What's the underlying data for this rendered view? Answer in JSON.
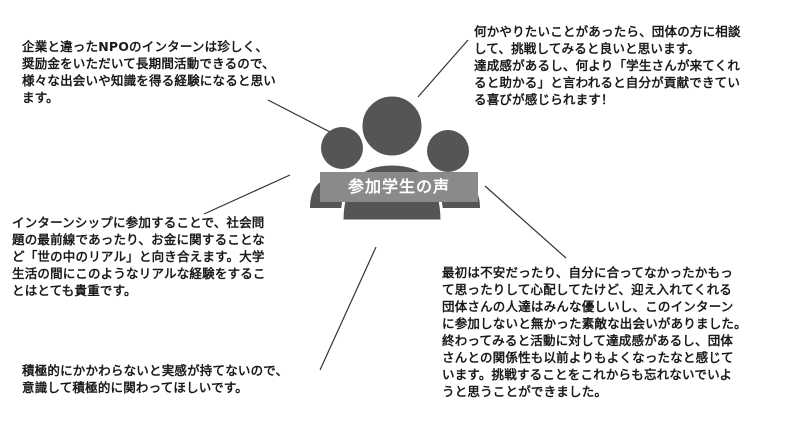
{
  "hub": {
    "label": "参加学生の声",
    "icon": "group-people-icon",
    "icon_color": "#555555",
    "label_bg": "#8a8a8a"
  },
  "quotes": {
    "top_left": "企業と違ったNPOのインターンは珍しく、\n奨励金をいただいて長期間活動できるので、\n様々な出会いや知識を得る経験になると思い\nます。",
    "top_right": "何かやりたいことがあったら、団体の方に相談\nして、挑戦してみると良いと思います。\n達成感があるし、何より「学生さんが来てくれ\nると助かる」と言われると自分が貢献できてい\nる喜びが感じられます！",
    "mid_left": "インターンシップに参加することで、社会問\n題の最前線であったり、お金に関することな\nど「世の中のリアル」と向き合えます。大学\n生活の間にこのようなリアルな経験をするこ\nとはとても貴重です。",
    "bottom_left": "積極的にかかわらないと実感が持てないので、\n意識して積極的に関わってほしいです。",
    "bottom_right": "最初は不安だったり、自分に合ってなかったかもっ\nて思ったりして心配してたけど、迎え入れてくれる\n団体さんの人達はみんな優しいし、このインターン\nに参加しないと無かった素敵な出会いがありました。\n終わってみると活動に対して達成感があるし、団体\nさんとの関係性も以前よりもよくなったなと感じて\nいます。挑戦することをこれからも忘れないでいよ\nうと思うことができました。"
  }
}
